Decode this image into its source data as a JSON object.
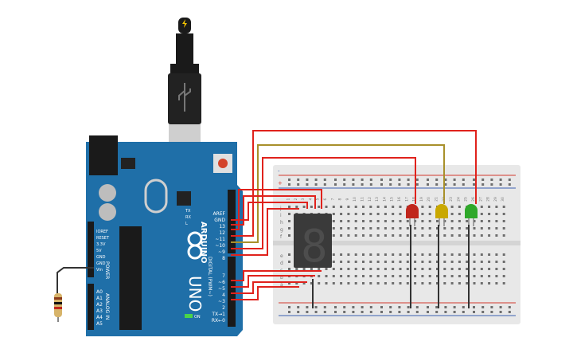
{
  "board": {
    "brand": "ARDUINO",
    "model": "UNO",
    "header_top_labels": [
      "AREF",
      "GND",
      "13",
      "12",
      "~11",
      "~10",
      "~9",
      "8"
    ],
    "header_bottom_labels": [
      "7",
      "~6",
      "~5",
      "4",
      "~3",
      "2",
      "TX→1",
      "RX←0"
    ],
    "digital_label": "DIGITAL (PWM~)",
    "power_labels": [
      "IOREF",
      "RESET",
      "3.3V",
      "5V",
      "GND",
      "GND",
      "Vin"
    ],
    "power_title": "POWER",
    "analog_labels": [
      "A0",
      "A1",
      "A2",
      "A3",
      "A4",
      "A5"
    ],
    "analog_title": "ANALOG IN",
    "led_labels": [
      "TX",
      "RX",
      "L"
    ],
    "on_label": "ON"
  },
  "breadboard": {
    "column_numbers": [
      "1",
      "2",
      "3",
      "4",
      "5",
      "6",
      "7",
      "8",
      "9",
      "10",
      "11",
      "12",
      "13",
      "14",
      "15",
      "16",
      "17",
      "18",
      "19",
      "20",
      "21",
      "22",
      "23",
      "24",
      "25",
      "26",
      "27",
      "28",
      "29",
      "30"
    ],
    "row_letters_top": [
      "j",
      "i",
      "h",
      "g",
      "f"
    ],
    "row_letters_bottom": [
      "e",
      "d",
      "c",
      "b",
      "a"
    ],
    "rail_plus": "+",
    "rail_minus": "-"
  },
  "display": {
    "digit": "8"
  },
  "leds": [
    {
      "color_name": "red",
      "color": "#c0261c"
    },
    {
      "color_name": "yellow",
      "color": "#c9a800"
    },
    {
      "color_name": "green",
      "color": "#2fa82a"
    }
  ],
  "colors": {
    "board": "#1f6fa8",
    "wire_red": "#e0221c",
    "wire_olive": "#a8902a",
    "wire_dark": "#333333"
  }
}
